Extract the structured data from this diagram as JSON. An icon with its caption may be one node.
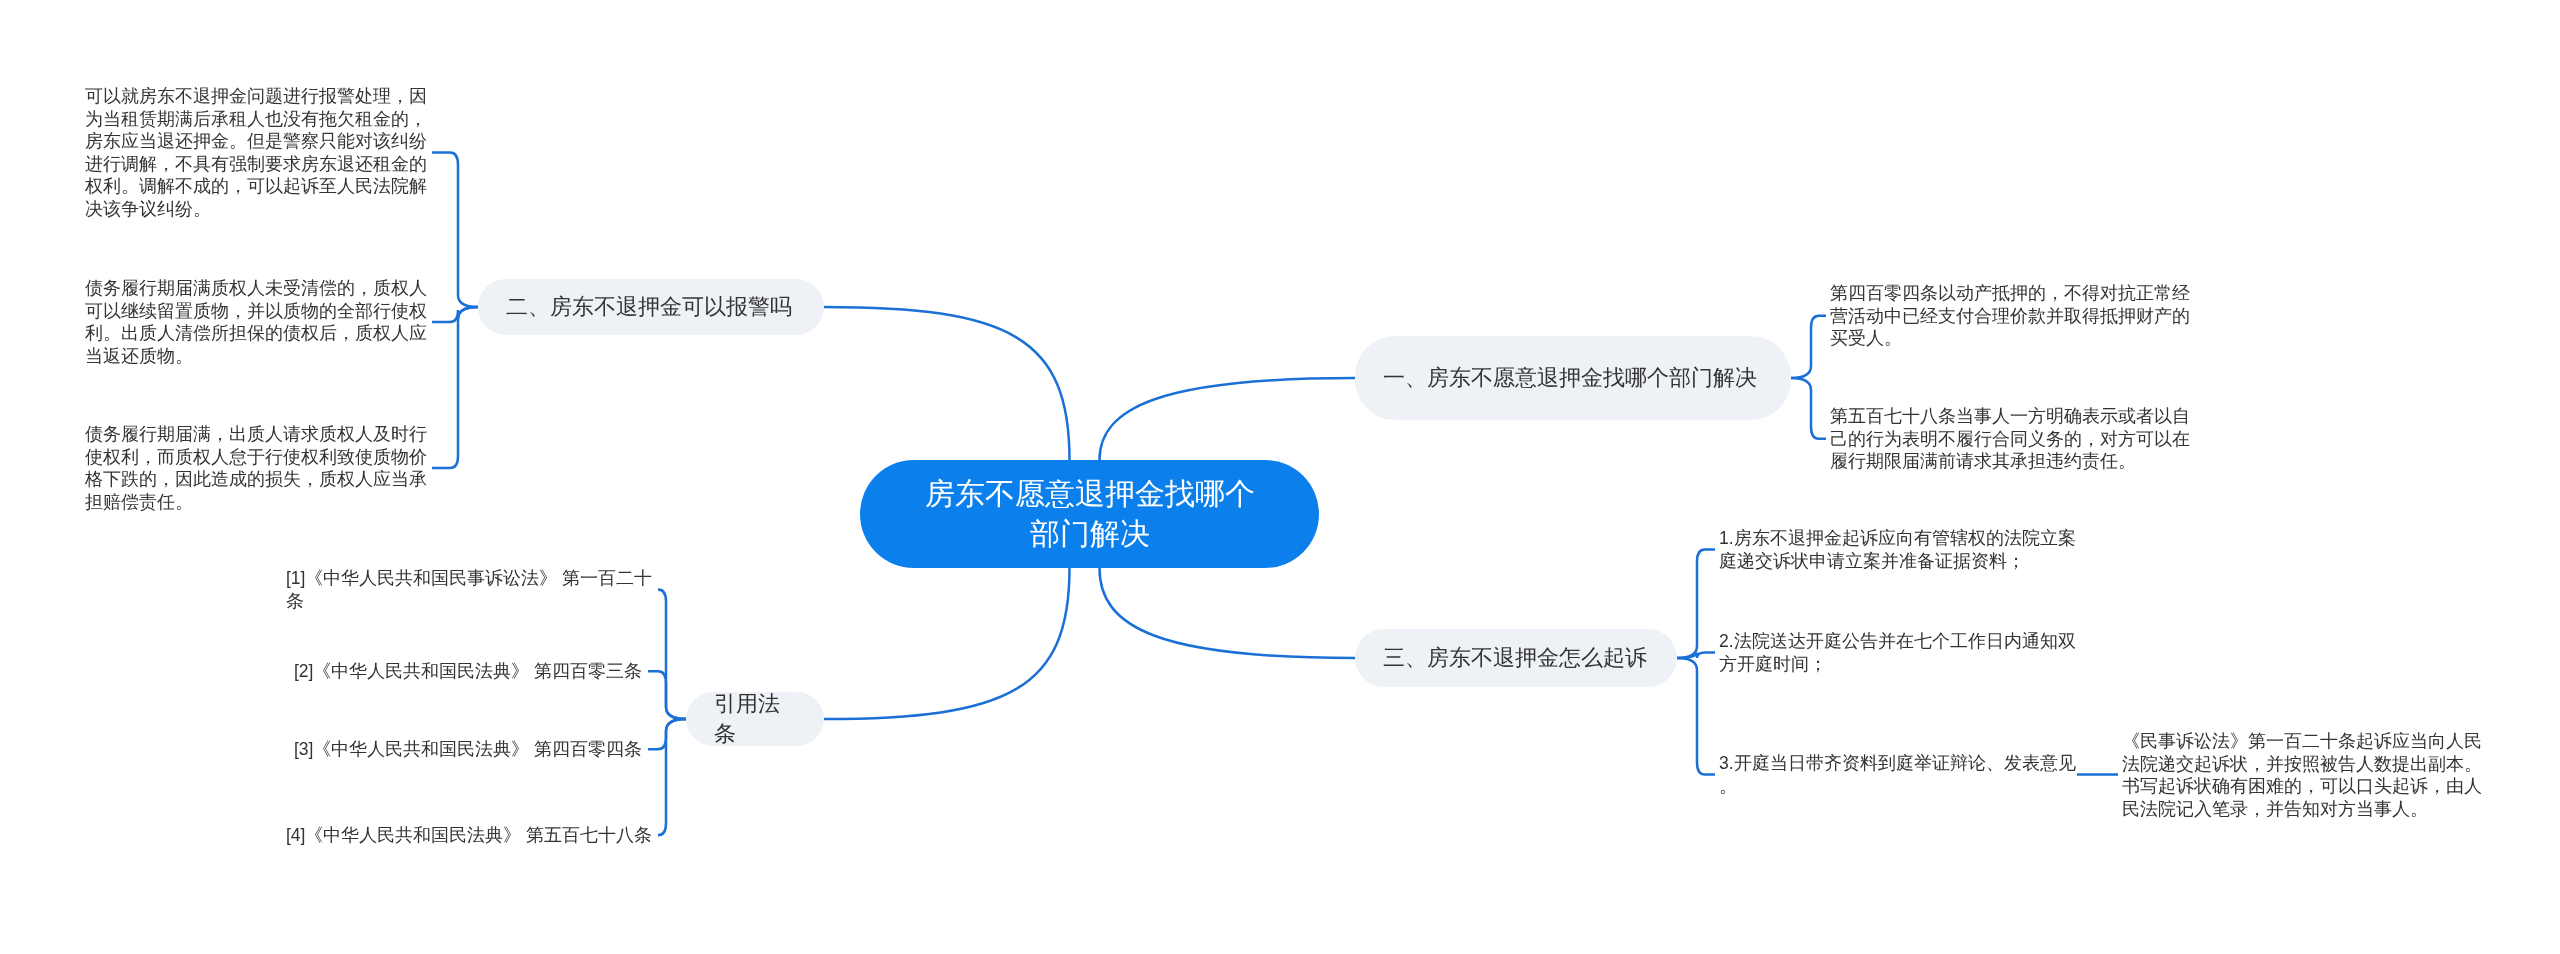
{
  "diagram": {
    "nodes": [
      {
        "text": [
          "房东不愿意退押金找哪个部门解决"
        ]
      },
      {
        "text": [
          "二、房东不退押金可以报警吗"
        ]
      },
      {
        "text": [
          "可以就房东不退押金问题进行报警处理，因为当租赁期满后承租人也没有拖欠租金的，房东应当退还押金。但是警察只能对该纠纷进行调解，不具有强制要求房东退还租金的权利。调解不成的，可以起诉至人民法院解决该争议纠纷。"
        ]
      },
      {
        "text": [
          "债务履行期届满质权人未受清偿的，质权人可以继续留置质物，并以质物的全部行使权利。出质人清偿所担保的债权后，质权人应当返还质物。"
        ]
      },
      {
        "text": [
          "债务履行期届满，出质人请求质权人及时行使权利，而质权人怠于行使权利致使质物价格下跌的，因此造成的损失，质权人应当承担赔偿责任。"
        ]
      },
      {
        "text": [
          "一、房东不愿意退押金找哪个部门解决"
        ]
      },
      {
        "text": [
          "第四百零四条以动产抵押的，不得对抗正常经营活动中已经支付合理价款并取得抵押财产的买受人。"
        ]
      },
      {
        "text": [
          "第五百七十八条当事人一方明确表示或者以自己的行为表明不履行合同义务的，对方可以在履行期限届满前请求其承担违约责任。"
        ]
      },
      {
        "text": [
          "三、房东不退押金怎么起诉"
        ]
      },
      {
        "text": [
          "1.房东不退押金起诉应向有管辖权的法院立案庭递交诉状申请立案并准备证据资料；"
        ]
      },
      {
        "text": [
          "2.法院送达开庭公告并在七个工作日内通知双方开庭时间；"
        ]
      },
      {
        "text": [
          "3.开庭当日带齐资料到庭举证辩论、发表意见。"
        ]
      },
      {
        "text": [
          "《民事诉讼法》第一百二十条起诉应当向人民法院递交起诉状，并按照被告人数提出副本。书写起诉状确有困难的，可以口头起诉，由人民法院记入笔录，并告知对方当事人。"
        ]
      },
      {
        "text": [
          "引用法条"
        ]
      },
      {
        "text": [
          "[1]《中华人民共和国民事诉讼法》 第一百二十条"
        ]
      },
      {
        "text": [
          "[2]《中华人民共和国民法典》 第四百零三条"
        ]
      },
      {
        "text": [
          "[3]《中华人民共和国民法典》 第四百零四条"
        ]
      },
      {
        "text": [
          "[4]《中华人民共和国民法典》 第五百七十八条"
        ]
      }
    ],
    "edges": [
      {
        "from": 0,
        "to": 1,
        "arrow": "none"
      },
      {
        "from": 1,
        "to": 2,
        "arrow": "none"
      },
      {
        "from": 1,
        "to": 3,
        "arrow": "none"
      },
      {
        "from": 1,
        "to": 4,
        "arrow": "none"
      },
      {
        "from": 0,
        "to": 5,
        "arrow": "none"
      },
      {
        "from": 5,
        "to": 6,
        "arrow": "none"
      },
      {
        "from": 5,
        "to": 7,
        "arrow": "none"
      },
      {
        "from": 0,
        "to": 8,
        "arrow": "none"
      },
      {
        "from": 8,
        "to": 9,
        "arrow": "none"
      },
      {
        "from": 8,
        "to": 10,
        "arrow": "none"
      },
      {
        "from": 8,
        "to": 11,
        "arrow": "none"
      },
      {
        "from": 11,
        "to": 12,
        "arrow": "none"
      },
      {
        "from": 0,
        "to": 13,
        "arrow": "none"
      },
      {
        "from": 13,
        "to": 14,
        "arrow": "none"
      },
      {
        "from": 13,
        "to": 15,
        "arrow": "none"
      },
      {
        "from": 13,
        "to": 16,
        "arrow": "none"
      },
      {
        "from": 13,
        "to": 17,
        "arrow": "none"
      }
    ]
  }
}
